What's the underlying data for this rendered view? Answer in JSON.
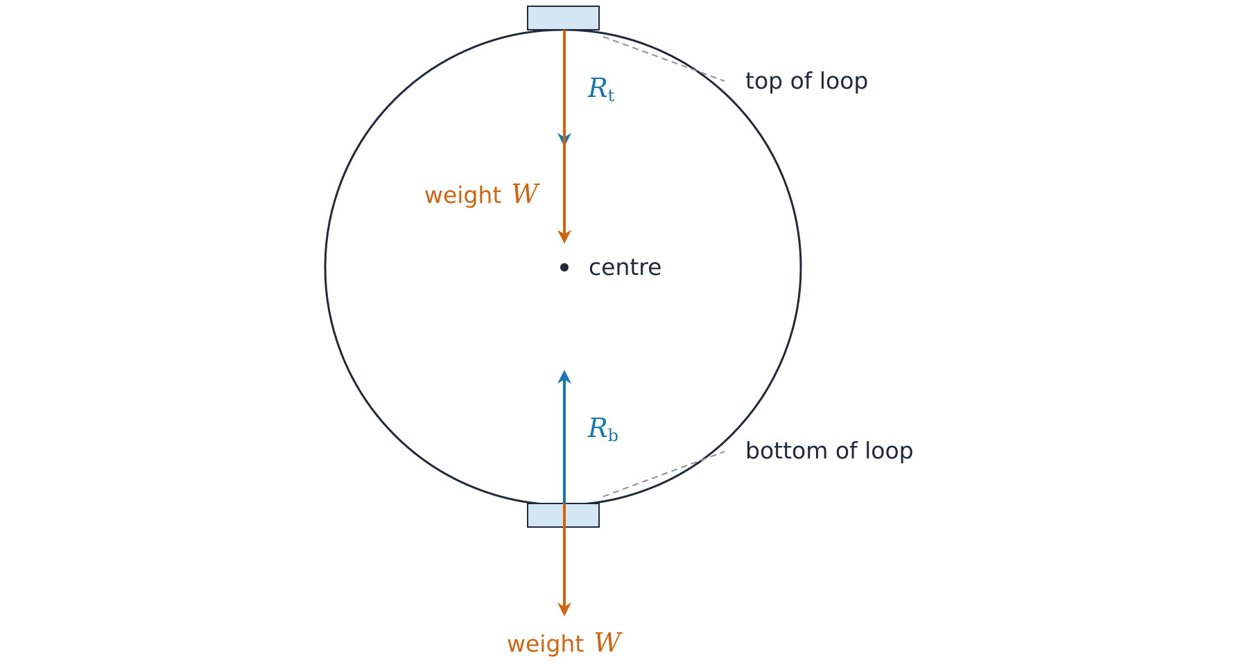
{
  "labels": {
    "top_of_loop": "top of loop",
    "bottom_of_loop": "bottom of loop",
    "centre": "centre",
    "weight_top_word": "weight",
    "weight_top_symbol": "W",
    "weight_bottom_word": "weight",
    "weight_bottom_symbol": "W",
    "reaction_top_symbol": "R",
    "reaction_top_subscript": "t",
    "reaction_bottom_symbol": "R",
    "reaction_bottom_subscript": "b"
  },
  "colors": {
    "loop": "#1f2937",
    "weight": "#d1650f",
    "reaction": "#1677b3",
    "car_fill": "#d4e6f1",
    "leader_dashes": "#8a8f96"
  }
}
